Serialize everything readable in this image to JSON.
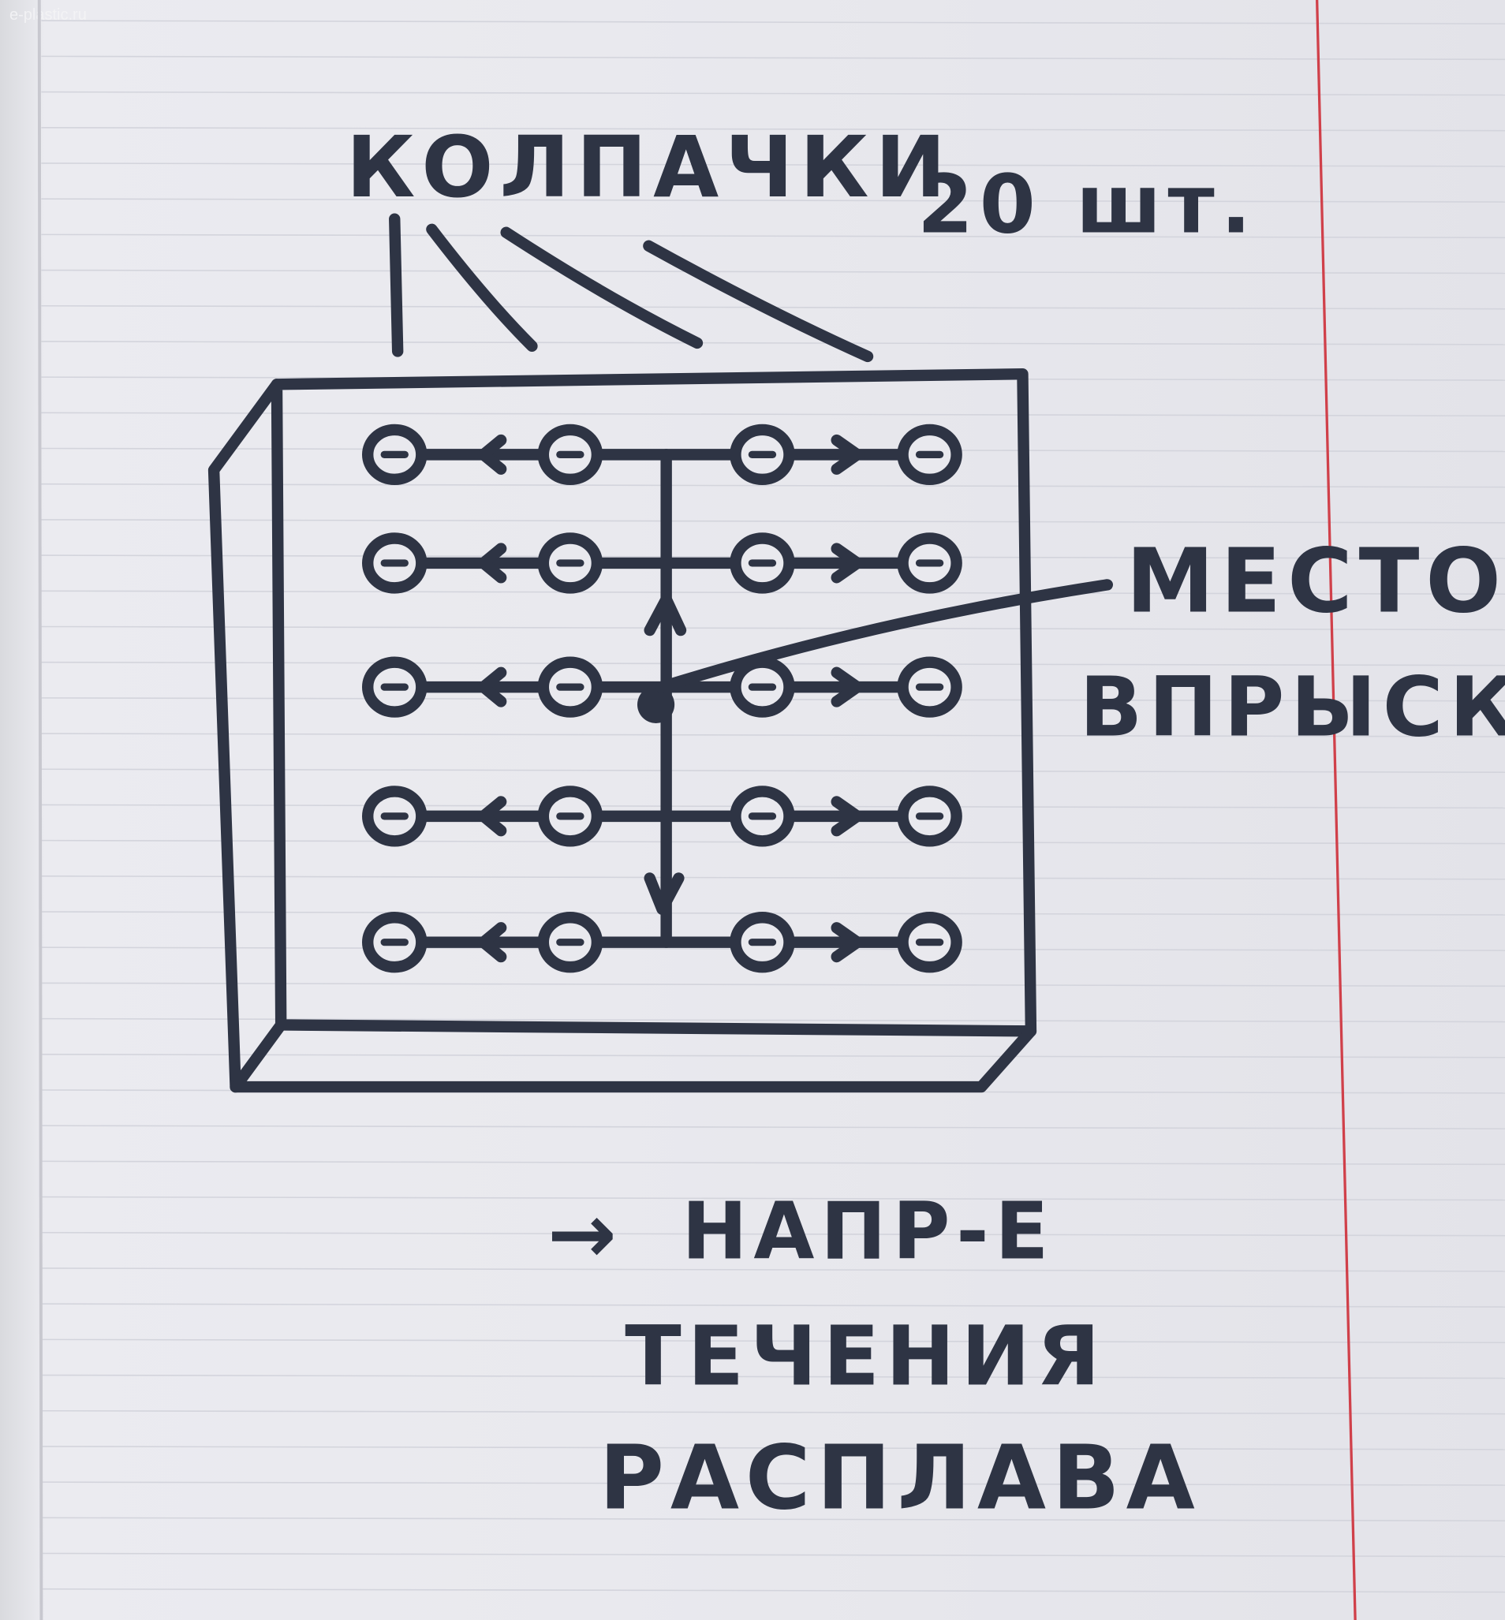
{
  "watermark": "e-plastic.ru",
  "labels": {
    "caps": "КОЛПАЧКИ",
    "count": "20 шт.",
    "injection_line1": "МЕСТО",
    "injection_line2": "ВПРЫСКА",
    "legend_arrow": "→",
    "legend_line1": "НАПР-Е",
    "legend_line2": "ТЕЧЕНИЯ",
    "legend_line3": "РАСПЛАВА"
  },
  "grid": {
    "rows": 5,
    "columns": 4,
    "total_cavities": 20
  },
  "colors": {
    "ink": "#2e3444",
    "margin_line": "#d0404a",
    "paper": "#e9e9ee"
  }
}
